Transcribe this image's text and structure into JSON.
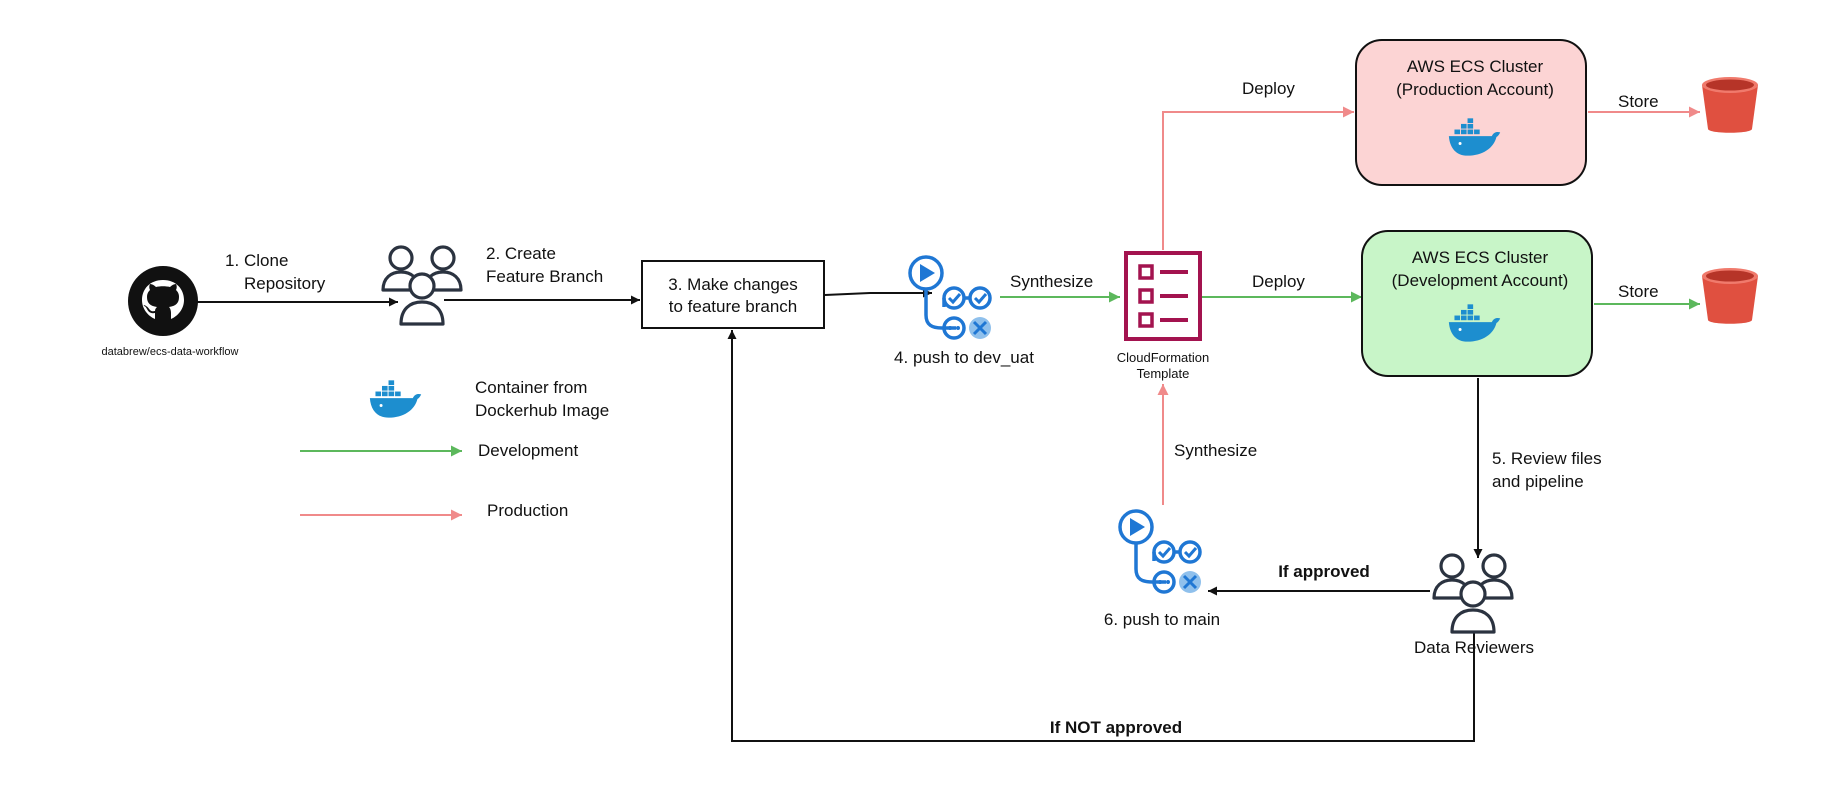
{
  "github": {
    "repo_label": "databrew/ecs-data-workflow"
  },
  "steps": {
    "clone_num": "1.",
    "clone_line1": "Clone",
    "clone_line2": "Repository",
    "create_line1": "2. Create",
    "create_line2": "Feature Branch",
    "changes_line1": "3. Make changes",
    "changes_line2": "to feature branch",
    "push_dev": "4. push to dev_uat",
    "review_line1": "5. Review files",
    "review_line2": "and pipeline",
    "push_main": "6. push to main"
  },
  "edges": {
    "synthesize_top": "Synthesize",
    "synthesize_bottom": "Synthesize",
    "deploy_prod": "Deploy",
    "deploy_dev": "Deploy",
    "store_prod": "Store",
    "store_dev": "Store",
    "if_approved": "If approved",
    "if_not_approved": "If NOT approved"
  },
  "cloudformation": {
    "line1": "CloudFormation",
    "line2": "Template"
  },
  "clusters": {
    "prod_line1": "AWS ECS Cluster",
    "prod_line2": "(Production Account)",
    "dev_line1": "AWS ECS Cluster",
    "dev_line2": "(Development Account)"
  },
  "reviewers": {
    "label": "Data Reviewers"
  },
  "legend": {
    "container_line1": "Container from",
    "container_line2": "Dockerhub Image",
    "development": "Development",
    "production": "Production"
  },
  "colors": {
    "development": "#5cb85c",
    "production": "#f08a8a",
    "flow": "#111111",
    "prod_cluster_fill": "#fcd4d4",
    "dev_cluster_fill": "#c8f5c8",
    "cloudformation": "#a3134f",
    "pipeline": "#1f77d4",
    "docker": "#1d8ecf",
    "bucket": "#e05040",
    "people": "#2b3340",
    "github": "#111111"
  }
}
